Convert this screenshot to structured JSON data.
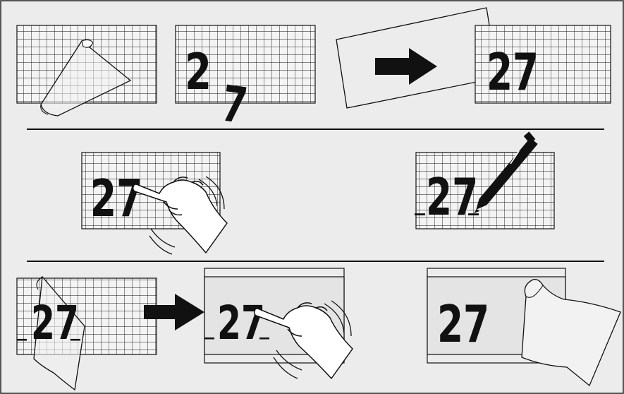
{
  "diagram": {
    "colors": {
      "background": "#ececec",
      "ink": "#111111",
      "grid_fill": "#f4f4f4",
      "tape_fill": "#e8e8e8"
    },
    "digits": {
      "two": "2",
      "seven": "7",
      "twenty_seven": "27",
      "underscore": "_",
      "partial": "7"
    },
    "icons": [
      "arrow-right-icon",
      "hand-pointer-icon",
      "pen-icon"
    ]
  }
}
